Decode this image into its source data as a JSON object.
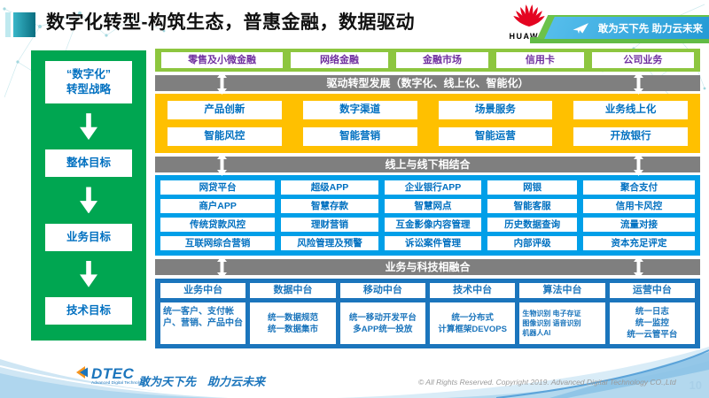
{
  "header": {
    "title": "数字化转型-构筑生态，普惠金融，数据驱动",
    "huawei_wordmark": "HUAWEI",
    "banner_slogan": "敢为天下先 助力云未来"
  },
  "strategy": {
    "items": [
      "“数字化”\n转型战略",
      "整体目标",
      "业务目标",
      "技术目标"
    ]
  },
  "business_row": {
    "items": [
      "零售及小微金融",
      "网络金融",
      "金融市场",
      "信用卡",
      "公司业务"
    ]
  },
  "banners": {
    "drive": "驱动转型发展（数字化、线上化、智能化）",
    "online_offline": "线上与线下相结合",
    "tech_fusion": "业务与科技相融合"
  },
  "capabilities": {
    "items": [
      "产品创新",
      "数字渠道",
      "场景服务",
      "业务线上化",
      "智能风控",
      "智能营销",
      "智能运营",
      "开放银行"
    ]
  },
  "online_systems": {
    "items": [
      "网贷平台",
      "超级APP",
      "企业银行APP",
      "网银",
      "聚合支付",
      "商户APP",
      "智慧存款",
      "智慧网点",
      "智能客服",
      "信用卡风控",
      "传统贷款风控",
      "理财营销",
      "互金影像内容管理",
      "历史数据查询",
      "流量对接",
      "互联网综合营销",
      "风险管理及预警",
      "诉讼案件管理",
      "内部评级",
      "资本充足评定"
    ]
  },
  "platforms": {
    "columns": [
      {
        "title": "业务中台",
        "content": "统一客户、支付帐户、营销、产品中台"
      },
      {
        "title": "数据中台",
        "content": "统一数据规范\n统一数据集市"
      },
      {
        "title": "移动中台",
        "content": "统一移动开发平台\n多APP统一投放"
      },
      {
        "title": "技术中台",
        "content": "统一分布式\n计算框架DEVOPS"
      },
      {
        "title": "算法中台",
        "content": "生物识别 电子存证\n图像识别 语音识别\n机器人AI"
      },
      {
        "title": "运营中台",
        "content": "统一日志\n统一监控\n统一云管平台"
      }
    ]
  },
  "footer": {
    "logo_word": "DTEC",
    "logo_sub": "Advanced Digital Technology",
    "slogan": "敢为天下先　助力云未来",
    "copyright": "© All Rights Reserved. Copyright 2019. Advanced Digital Technology CO.,Ltd",
    "page_number": "10"
  },
  "colors": {
    "sidebar_green": "#00a651",
    "light_green": "#8dc63f",
    "yellow": "#ffc000",
    "azure": "#009fe8",
    "dark_blue": "#1b75bc",
    "gray_banner": "#7f7f7f",
    "purple_text": "#7030a0",
    "blue_text": "#0070c0",
    "huawei_red": "#e40521",
    "banner_cyan": "#2aa5de"
  }
}
